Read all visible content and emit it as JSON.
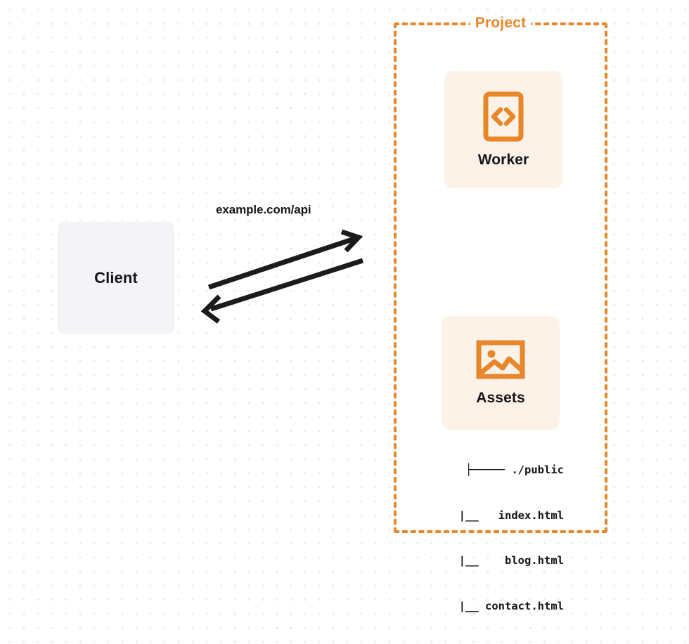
{
  "diagram": {
    "title": "Project",
    "client": {
      "label": "Client"
    },
    "edge": {
      "label": "example.com/api",
      "request_direction": "right",
      "response_direction": "left"
    },
    "services": [
      {
        "id": "worker",
        "label": "Worker",
        "icon": "code-brackets-icon"
      },
      {
        "id": "assets",
        "label": "Assets",
        "icon": "image-icon"
      }
    ],
    "file_tree": [
      "├───── ./public",
      "      |__   index.html",
      "      |__    blog.html",
      "      |__ contact.html"
    ],
    "colors": {
      "accent": "#e8862a",
      "card_background": "#fdf2e7",
      "client_background": "#f4f4f6",
      "text": "#16161a",
      "arrow": "#1b1b1b",
      "grid_dot": "#e8e8e8"
    }
  }
}
